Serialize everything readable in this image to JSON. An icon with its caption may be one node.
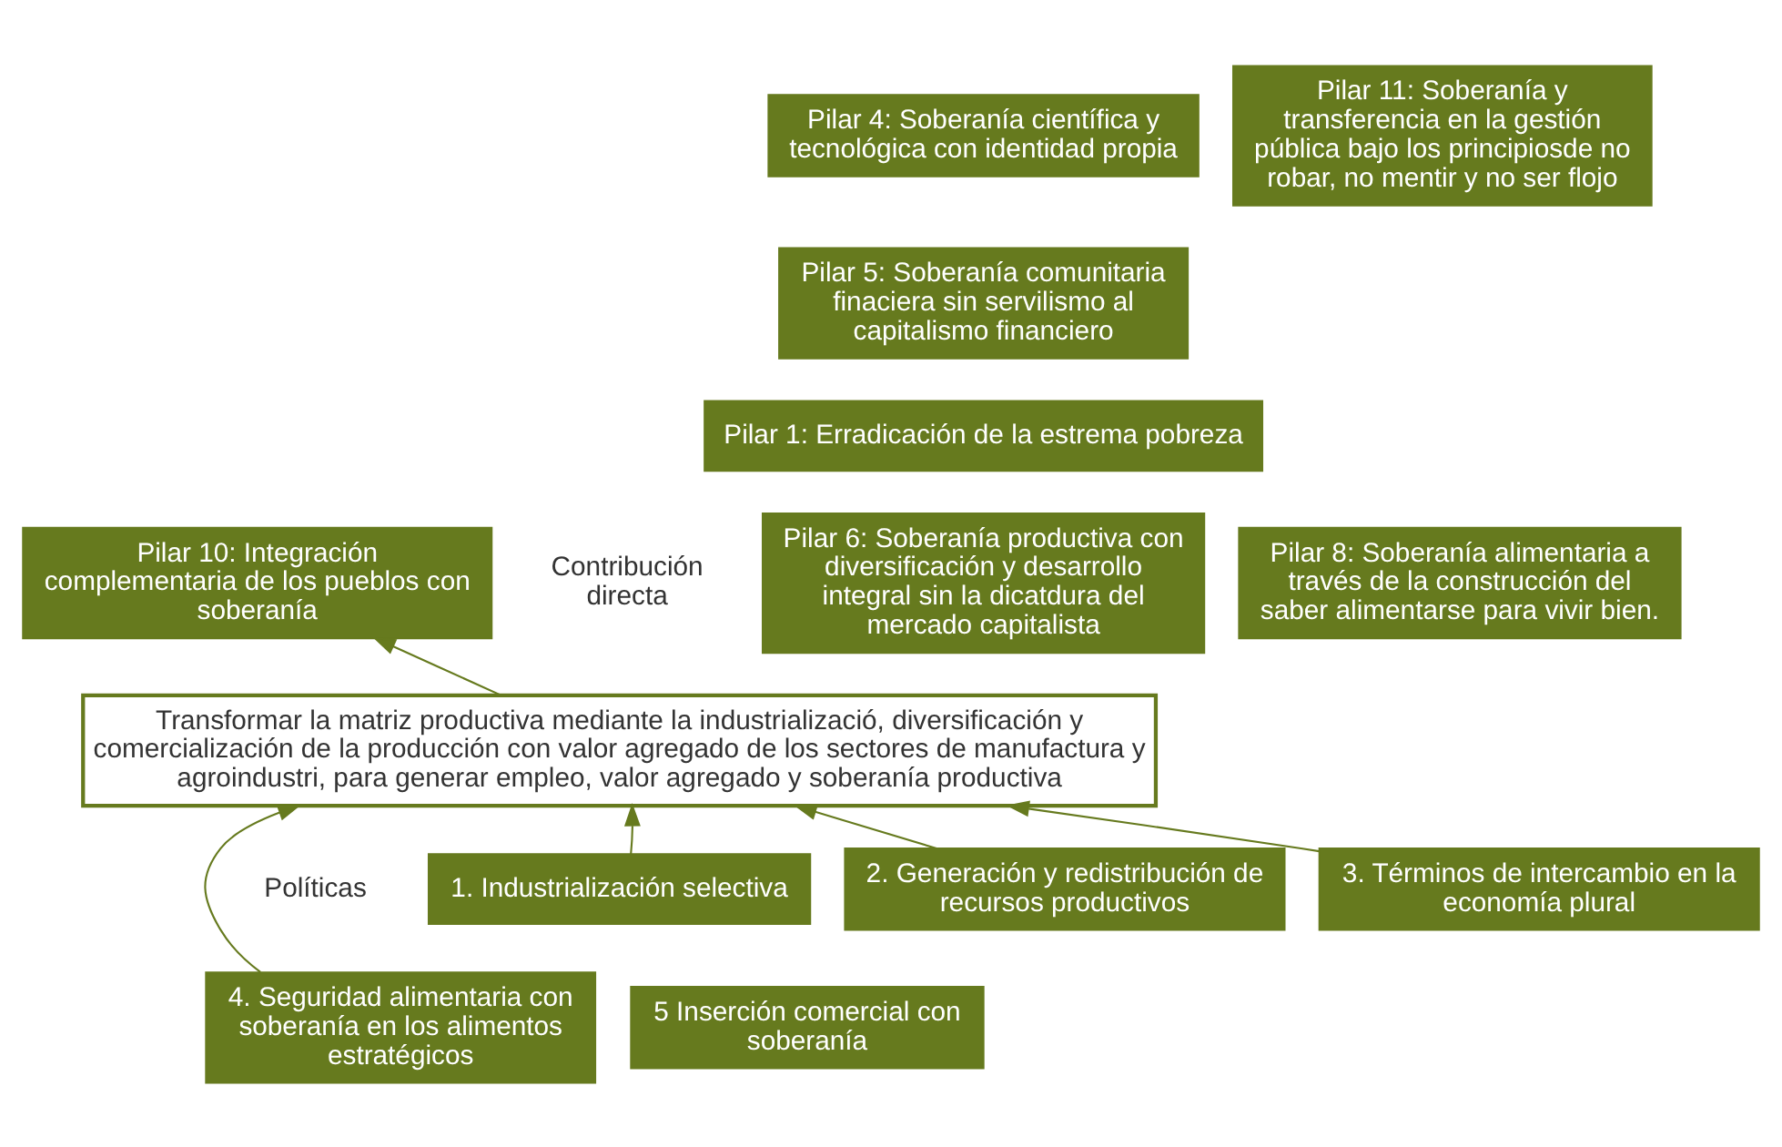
{
  "diagram": {
    "nodes": [
      {
        "text": [
          "Pilar 4: Soberanía científica y tecnológica con identidad propia"
        ]
      },
      {
        "text": [
          "Pilar 11: Soberanía y transferencia en la gestión pública bajo los principiosde no robar, no mentir y no ser flojo"
        ]
      },
      {
        "text": [
          "Pilar 5: Soberanía comunitaria finaciera sin servilismo al capitalismo financiero"
        ]
      },
      {
        "text": [
          "Pilar 1: Erradicación de la estrema pobreza"
        ]
      },
      {
        "text": [
          "Pilar 6: Soberanía productiva con diversificación y desarrollo integral sin la dicatdura del mercado capitalista"
        ]
      },
      {
        "text": [
          "Pilar 10: Integración complementaria de los pueblos con soberanía"
        ]
      },
      {
        "text": [
          "Pilar 8: Soberanía alimentaria a través de la construcción del saber alimentarse para vivir bien."
        ]
      },
      {
        "text": [
          "Transformar la matriz productiva mediante la industrializació, diversificación y comercialización de la producción con valor agregado de los sectores de manufactura y agroindustri, para generar empleo, valor agregado y soberanía productiva"
        ]
      },
      {
        "text": [
          "1. Industrialización selectiva"
        ]
      },
      {
        "text": [
          "2. Generación y redistribución de recursos productivos"
        ]
      },
      {
        "text": [
          "3. Términos de intercambio en la economía plural"
        ]
      },
      {
        "text": [
          "4. Seguridad alimentaria con soberanía en los alimentos estratégicos"
        ]
      },
      {
        "text": [
          "5 Inserción comercial con soberanía"
        ]
      }
    ],
    "edges": [
      {
        "from": 7,
        "to": 5,
        "arrow": "to"
      },
      {
        "from": 8,
        "to": 7,
        "arrow": "to"
      },
      {
        "from": 9,
        "to": 7,
        "arrow": "to"
      },
      {
        "from": 10,
        "to": 7,
        "arrow": "to"
      },
      {
        "from": 11,
        "to": 7,
        "arrow": "to"
      }
    ],
    "labels": [
      "Contribución directa",
      "Políticas"
    ]
  }
}
